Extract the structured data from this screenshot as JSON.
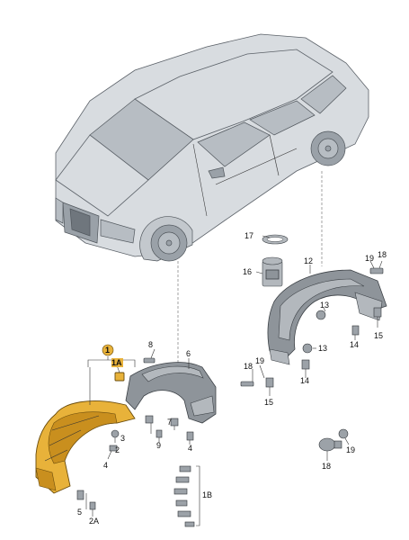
{
  "accent_color": "#e8b23a",
  "callouts": {
    "c1": "1",
    "c1A": "1A",
    "c1B": "1B",
    "c2": "2",
    "c2A": "2A",
    "c3": "3",
    "c4a": "4",
    "c4b": "4",
    "c5": "5",
    "c6": "6",
    "c7": "7",
    "c8": "8",
    "c9": "9",
    "c12": "12",
    "c13a": "13",
    "c13b": "13",
    "c14a": "14",
    "c14b": "14",
    "c15a": "15",
    "c15b": "15",
    "c16": "16",
    "c17": "17",
    "c18a": "18",
    "c18b": "18",
    "c18c": "18",
    "c19a": "19",
    "c19b": "19",
    "c19c": "19"
  }
}
